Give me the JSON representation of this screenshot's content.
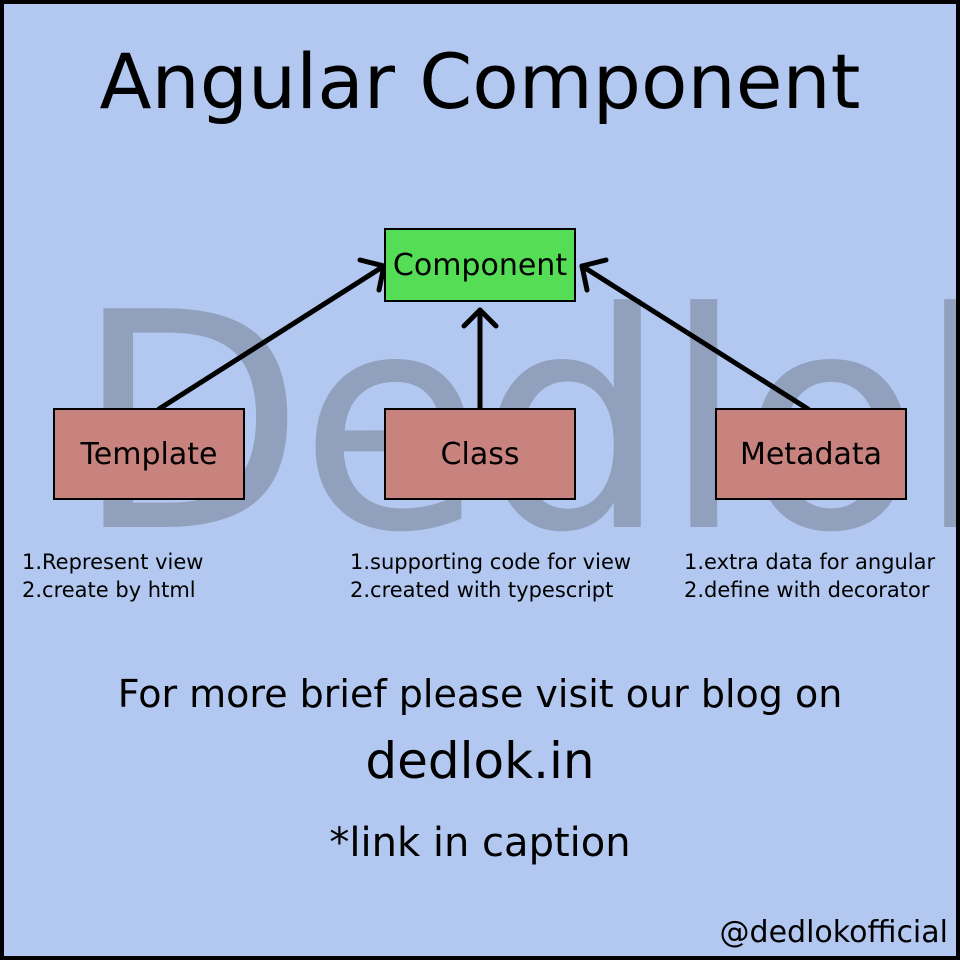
{
  "watermark": "Dedlok",
  "title": "Angular Component",
  "diagram": {
    "root": {
      "label": "Component"
    },
    "children": [
      {
        "label": "Template",
        "notes": [
          "1.Represent view",
          "2.create by html"
        ]
      },
      {
        "label": "Class",
        "notes": [
          "1.supporting code for view",
          "2.created with typescript"
        ]
      },
      {
        "label": "Metadata",
        "notes": [
          "1.extra data for angular",
          "2.define with decorator"
        ]
      }
    ]
  },
  "footer": {
    "line1": "For more brief please visit our blog on",
    "line2": "dedlok.in",
    "line3": "*link in caption",
    "handle": "@dedlokofficial"
  },
  "colors": {
    "background": "#b3c8f0",
    "root_box": "#55dd55",
    "child_box": "#c9837f",
    "watermark": "#8d9cb8"
  }
}
